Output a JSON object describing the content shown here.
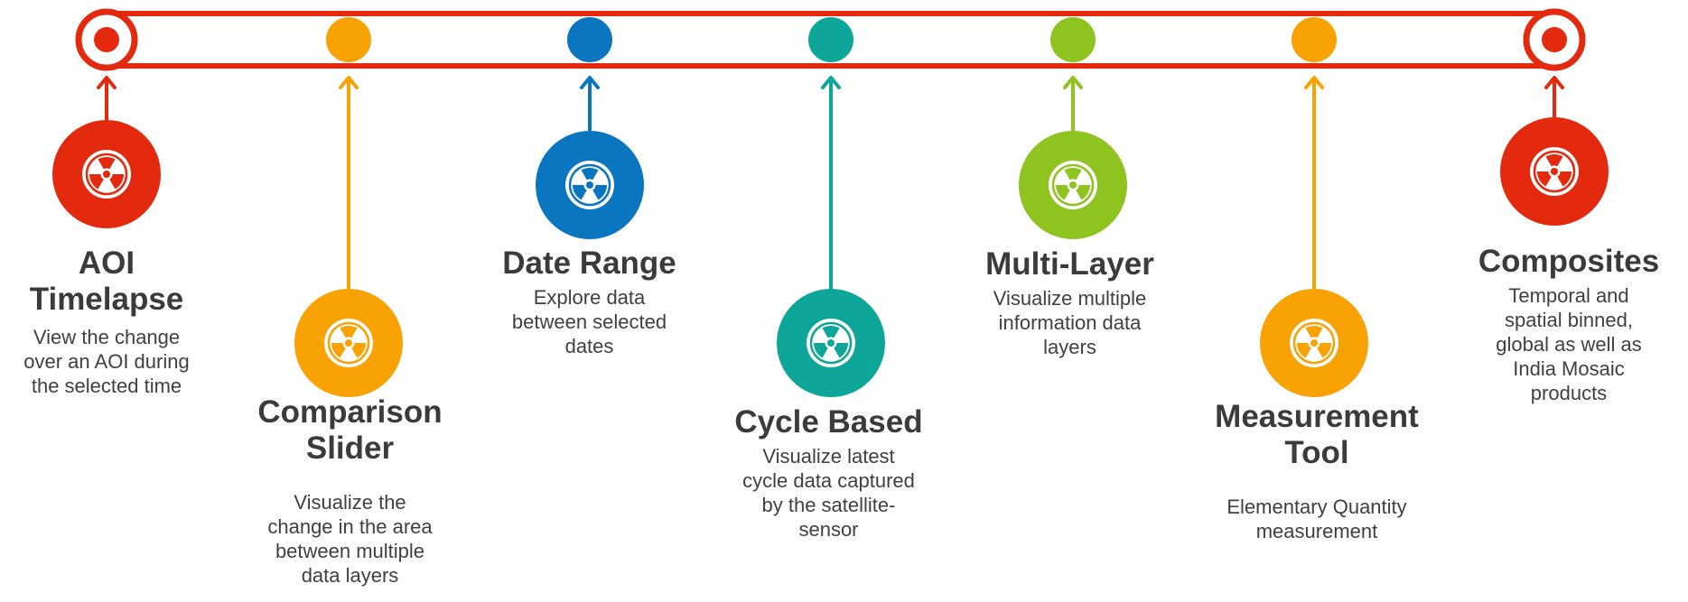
{
  "colors": {
    "red": "#e3290e",
    "orange": "#f9a204",
    "blue": "#0a76c0",
    "teal": "#0ea698",
    "green": "#8fc31f",
    "text": "#3b3b3b"
  },
  "features": [
    {
      "title": "AOI\nTimelapse",
      "desc": "View the change\nover an AOI during\nthe selected time",
      "color": "#e3290e",
      "icon": "radiation-icon"
    },
    {
      "title": "Comparison\nSlider",
      "desc": "Visualize the\nchange in the area\nbetween multiple\ndata layers",
      "color": "#f9a204",
      "icon": "radiation-icon"
    },
    {
      "title": "Date Range",
      "desc": "Explore data\nbetween selected\ndates",
      "color": "#0a76c0",
      "icon": "radiation-icon"
    },
    {
      "title": "Cycle Based",
      "desc": "Visualize latest\ncycle data captured\nby the satellite-\nsensor",
      "color": "#0ea698",
      "icon": "radiation-icon"
    },
    {
      "title": "Multi-Layer",
      "desc": "Visualize multiple\ninformation data\nlayers",
      "color": "#8fc31f",
      "icon": "radiation-icon"
    },
    {
      "title": "Measurement\nTool",
      "desc": "Elementary Quantity\nmeasurement",
      "color": "#f9a204",
      "icon": "radiation-icon"
    },
    {
      "title": "Composites",
      "desc": "Temporal and\nspatial binned,\nglobal as well as\nIndia Mosaic\nproducts",
      "color": "#e3290e",
      "icon": "radiation-icon"
    }
  ]
}
